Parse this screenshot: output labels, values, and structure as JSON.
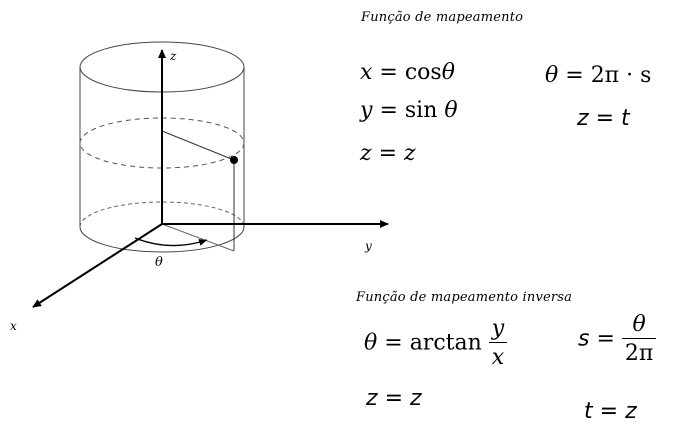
{
  "diagram": {
    "axes": {
      "z_label": "z",
      "y_label": "y",
      "x_label": "x"
    },
    "angle_label": "θ"
  },
  "forward": {
    "title": "Função de mapeamento",
    "x_lhs": "x",
    "x_rhs_fn": "cos",
    "x_rhs_arg": "θ",
    "y_lhs": "y",
    "y_rhs_fn": "sin",
    "y_rhs_arg": "θ",
    "z_lhs": "z",
    "z_rhs": "z",
    "theta_lhs": "θ",
    "theta_rhs": "2π · s",
    "zt_lhs": "z",
    "zt_rhs": "t"
  },
  "inverse": {
    "title": "Função de mapeamento inversa",
    "theta_lhs": "θ",
    "theta_fn": "arctan",
    "theta_num": "y",
    "theta_den": "x",
    "s_lhs": "s",
    "s_num": "θ",
    "s_den": "2π",
    "z_lhs": "z",
    "z_rhs": "z",
    "t_lhs": "t",
    "t_rhs": "z"
  }
}
